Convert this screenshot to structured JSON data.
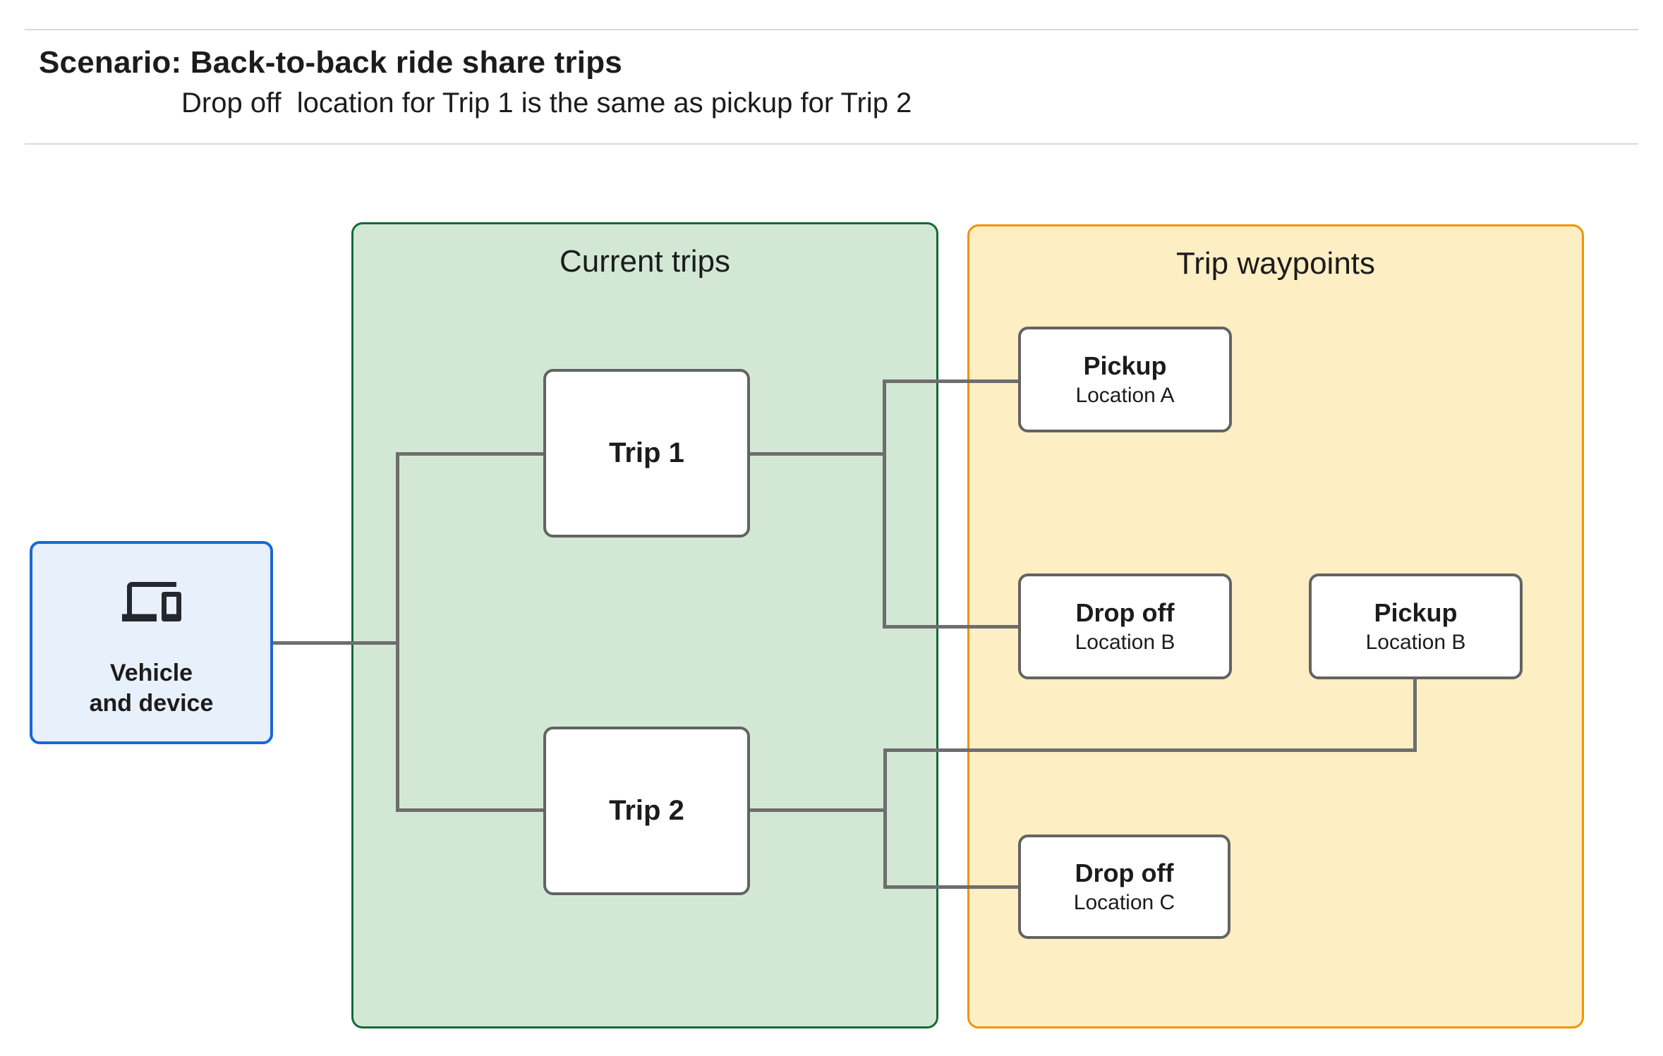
{
  "header": {
    "title": "Scenario: Back-to-back ride share trips",
    "subtitle": "Drop off  location for Trip 1 is the same as pickup for Trip 2"
  },
  "vehicle": {
    "icon": "devices-icon",
    "label_line1": "Vehicle",
    "label_line2": "and device"
  },
  "panels": {
    "current_trips": {
      "title": "Current trips"
    },
    "trip_waypoints": {
      "title": "Trip waypoints"
    }
  },
  "trips": [
    {
      "label": "Trip 1"
    },
    {
      "label": "Trip 2"
    }
  ],
  "waypoints": [
    {
      "title": "Pickup",
      "subtitle": "Location A"
    },
    {
      "title": "Drop off",
      "subtitle": "Location B"
    },
    {
      "title": "Pickup",
      "subtitle": "Location B"
    },
    {
      "title": "Drop off",
      "subtitle": "Location C"
    }
  ],
  "colors": {
    "green-fill": "#d2e8d5",
    "green-border": "#15693a",
    "yellow-fill": "#fdeec4",
    "yellow-border": "#f09400",
    "blue-fill": "#e8f0fc",
    "blue-border": "#1b67d3",
    "line-gray": "#6e6e6e",
    "box-border": "#636363",
    "ink": "#1c1c1c",
    "rule-gray": "#d9d9d9"
  }
}
